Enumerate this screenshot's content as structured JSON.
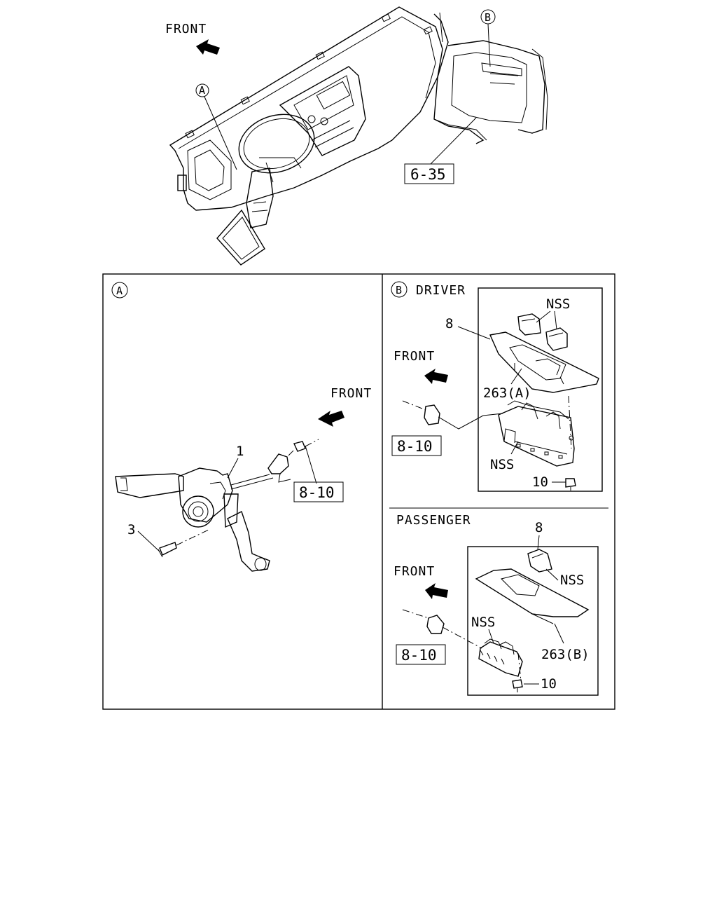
{
  "overview": {
    "front_label": "FRONT",
    "callout_a": "A",
    "callout_b": "B",
    "ref_box": "6-35"
  },
  "panel_a": {
    "callout": "A",
    "front_label": "FRONT",
    "part_1": "1",
    "part_3": "3",
    "ref_box": "8-10"
  },
  "panel_b_driver": {
    "callout": "B",
    "title": "DRIVER",
    "front_label": "FRONT",
    "part_8": "8",
    "nss_top": "NSS",
    "part_263a": "263(A)",
    "nss_bottom": "NSS",
    "part_10": "10",
    "ref_box": "8-10"
  },
  "panel_passenger": {
    "title": "PASSENGER",
    "front_label": "FRONT",
    "part_8": "8",
    "nss_right": "NSS",
    "nss_left": "NSS",
    "part_263b": "263(B)",
    "part_10": "10",
    "ref_box": "8-10"
  }
}
